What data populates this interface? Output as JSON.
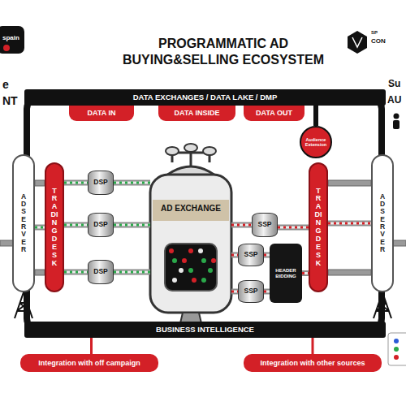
{
  "diagram": {
    "title": "PROGRAMMATIC AD BUYING&SELLING ECOSYSTEM",
    "nodes": [
      {
        "text": [
          "DATA EXCHANGES / DATA LAKE / DMP"
        ]
      },
      {
        "text": [
          "DATA IN"
        ]
      },
      {
        "text": [
          "DATA INSIDE"
        ]
      },
      {
        "text": [
          "DATA OUT"
        ]
      },
      {
        "text": [
          "Audience Extension"
        ]
      },
      {
        "text": [
          "AD SERVER"
        ]
      },
      {
        "text": [
          "TRADING DESK"
        ]
      },
      {
        "text": [
          "DSP"
        ]
      },
      {
        "text": [
          "DSP"
        ]
      },
      {
        "text": [
          "DSP"
        ]
      },
      {
        "text": [
          "AD EXCHANGE"
        ]
      },
      {
        "text": [
          "SSP"
        ]
      },
      {
        "text": [
          "SSP"
        ]
      },
      {
        "text": [
          "SSP"
        ]
      },
      {
        "text": [
          "HEADER BIDDING"
        ]
      },
      {
        "text": [
          "TRADING DESK"
        ]
      },
      {
        "text": [
          "AD SERVER"
        ]
      },
      {
        "text": [
          "BUSINESS INTELLIGENCE"
        ]
      },
      {
        "text": [
          "Integration with off campaign"
        ]
      },
      {
        "text": [
          "Integration with other sources"
        ]
      }
    ],
    "edges": [
      {
        "from": 4,
        "to": 0,
        "arrow": "none"
      },
      {
        "from": 5,
        "to": 6,
        "arrow": "none"
      },
      {
        "from": 6,
        "to": 7,
        "arrow": "none"
      },
      {
        "from": 6,
        "to": 8,
        "arrow": "none"
      },
      {
        "from": 6,
        "to": 9,
        "arrow": "none"
      },
      {
        "from": 7,
        "to": 10,
        "arrow": "none"
      },
      {
        "from": 8,
        "to": 10,
        "arrow": "none"
      },
      {
        "from": 9,
        "to": 10,
        "arrow": "none"
      },
      {
        "from": 10,
        "to": 11,
        "arrow": "none"
      },
      {
        "from": 10,
        "to": 12,
        "arrow": "none"
      },
      {
        "from": 10,
        "to": 13,
        "arrow": "none"
      },
      {
        "from": 12,
        "to": 14,
        "arrow": "none"
      },
      {
        "from": 13,
        "to": 14,
        "arrow": "none"
      },
      {
        "from": 11,
        "to": 15,
        "arrow": "none"
      },
      {
        "from": 14,
        "to": 15,
        "arrow": "none"
      },
      {
        "from": 15,
        "to": 16,
        "arrow": "none"
      },
      {
        "from": 17,
        "to": 18,
        "arrow": "none"
      },
      {
        "from": 17,
        "to": 19,
        "arrow": "none"
      }
    ],
    "labels": [
      "spain",
      "SP",
      "CON",
      "e",
      "NT",
      "Su",
      "AU"
    ]
  }
}
